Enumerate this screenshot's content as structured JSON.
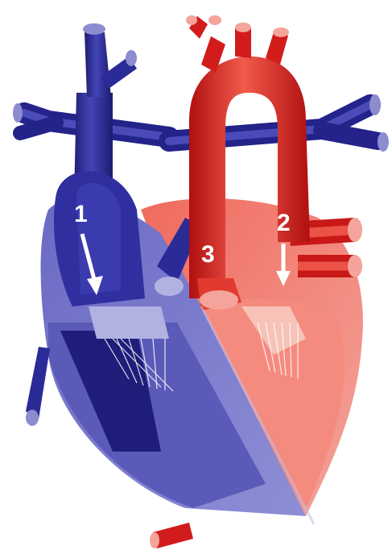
{
  "diagram": {
    "labels": [
      {
        "id": "1",
        "text": "1"
      },
      {
        "id": "2",
        "text": "2"
      },
      {
        "id": "3",
        "text": "3"
      }
    ]
  },
  "colors": {
    "deoxygenated_dark": "#23238a",
    "deoxygenated_mid": "#3a3aa8",
    "deoxygenated_light": "#8c8cd0",
    "oxygenated_dark": "#d61e1e",
    "oxygenated_mid": "#ee4a3e",
    "oxygenated_light": "#f4a49a",
    "label": "#ffffff"
  }
}
